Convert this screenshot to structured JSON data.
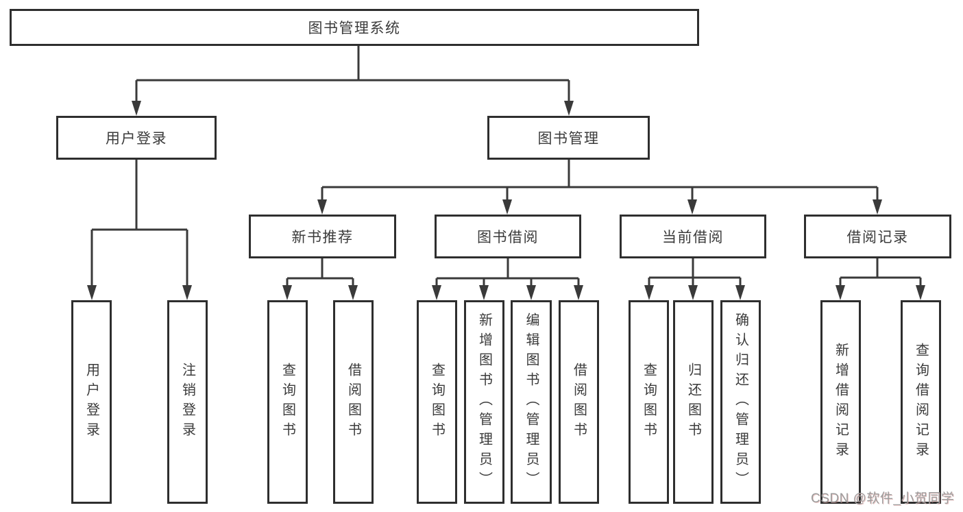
{
  "diagram": {
    "colors": {
      "background": "#ffffff",
      "box_border": "#2e2e2e",
      "connector": "#3a3a3a",
      "text": "#3b3b3b",
      "watermark": "#9c9c9c"
    },
    "tree": {
      "root": {
        "label": "图书管理系统"
      },
      "level2": [
        {
          "label": "用户登录",
          "parent": "图书管理系统"
        },
        {
          "label": "图书管理",
          "parent": "图书管理系统"
        }
      ],
      "level3": [
        {
          "label": "新书推荐",
          "parent": "图书管理"
        },
        {
          "label": "图书借阅",
          "parent": "图书管理"
        },
        {
          "label": "当前借阅",
          "parent": "图书管理"
        },
        {
          "label": "借阅记录",
          "parent": "图书管理"
        }
      ],
      "leaves": [
        {
          "label": "用户登录",
          "parent": "用户登录"
        },
        {
          "label": "注销登录",
          "parent": "用户登录"
        },
        {
          "label": "查询图书",
          "parent": "新书推荐"
        },
        {
          "label": "借阅图书",
          "parent": "新书推荐"
        },
        {
          "label": "查询图书",
          "parent": "图书借阅"
        },
        {
          "label": "新增图书（管理员）",
          "parent": "图书借阅"
        },
        {
          "label": "编辑图书（管理员）",
          "parent": "图书借阅"
        },
        {
          "label": "借阅图书",
          "parent": "图书借阅"
        },
        {
          "label": "查询图书",
          "parent": "当前借阅"
        },
        {
          "label": "归还图书",
          "parent": "当前借阅"
        },
        {
          "label": "确认归还（管理员）",
          "parent": "当前借阅"
        },
        {
          "label": "新增借阅记录",
          "parent": "借阅记录"
        },
        {
          "label": "查询借阅记录",
          "parent": "借阅记录"
        }
      ]
    }
  },
  "watermark": {
    "text": "CSDN @软件_小贺同学"
  }
}
